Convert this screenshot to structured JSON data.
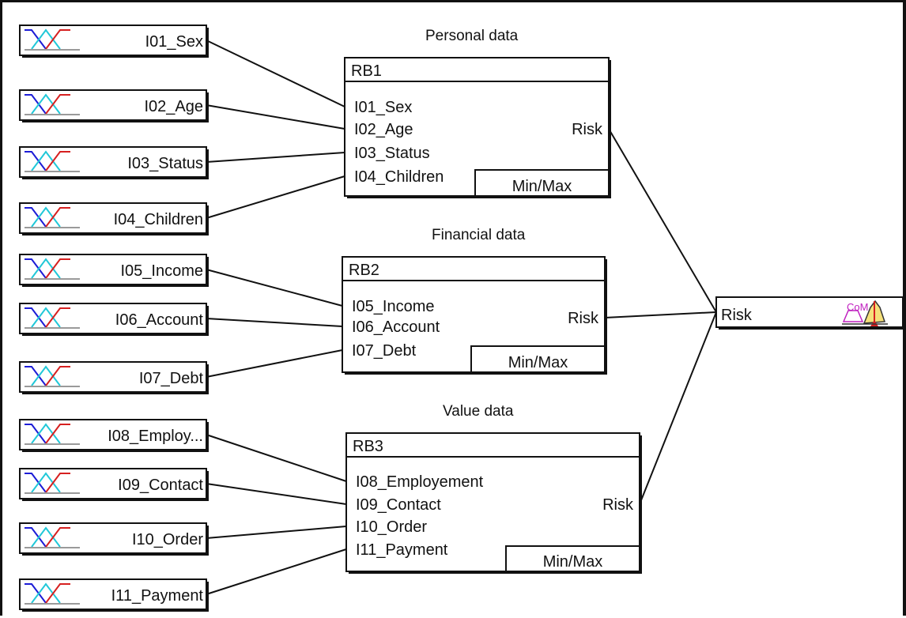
{
  "group_titles": {
    "personal": "Personal data",
    "financial": "Financial data",
    "value": "Value data"
  },
  "inputs": [
    {
      "label": "I01_Sex",
      "icon": "membership-functions-icon"
    },
    {
      "label": "I02_Age",
      "icon": "membership-functions-icon"
    },
    {
      "label": "I03_Status",
      "icon": "membership-functions-icon"
    },
    {
      "label": "I04_Children",
      "icon": "membership-functions-icon"
    },
    {
      "label": "I05_Income",
      "icon": "membership-functions-icon"
    },
    {
      "label": "I06_Account",
      "icon": "membership-functions-icon"
    },
    {
      "label": "I07_Debt",
      "icon": "membership-functions-icon"
    },
    {
      "label": "I08_Employ...",
      "icon": "membership-functions-icon"
    },
    {
      "label": "I09_Contact",
      "icon": "membership-functions-icon"
    },
    {
      "label": "I10_Order",
      "icon": "membership-functions-icon"
    },
    {
      "label": "I11_Payment",
      "icon": "membership-functions-icon"
    }
  ],
  "rule_blocks": [
    {
      "name": "RB1",
      "inputs": [
        "I01_Sex",
        "I02_Age",
        "I03_Status",
        "I04_Children"
      ],
      "output": "Risk",
      "operator": "Min/Max"
    },
    {
      "name": "RB2",
      "inputs": [
        "I05_Income",
        "I06_Account",
        "I07_Debt"
      ],
      "output": "Risk",
      "operator": "Min/Max"
    },
    {
      "name": "RB3",
      "inputs": [
        "I08_Employement",
        "I09_Contact",
        "I10_Order",
        "I11_Payment"
      ],
      "output": "Risk",
      "operator": "Min/Max"
    }
  ],
  "output": {
    "label": "Risk",
    "icon_text": "CoM",
    "icon": "defuzzification-icon"
  },
  "colors": {
    "mf_blue": "#1c1cd6",
    "mf_cyan": "#20c8d8",
    "mf_red": "#d62020",
    "mf_gray": "#9a9a9a",
    "defuzz_red": "#d62020",
    "defuzz_yellow": "#e8c020",
    "defuzz_magenta": "#c020c0"
  }
}
